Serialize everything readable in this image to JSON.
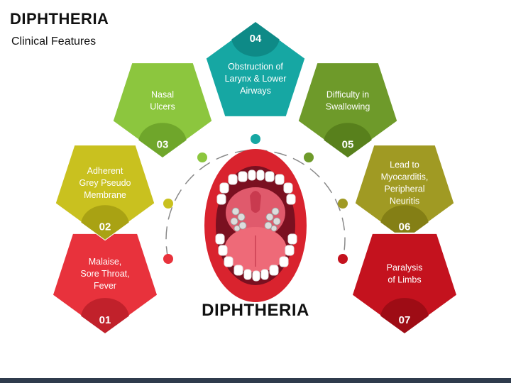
{
  "title": "DIPHTHERIA",
  "subtitle": "Clinical Features",
  "center_label": "DIPHTHERIA",
  "features": [
    {
      "number": "01",
      "lines": [
        "Malaise,",
        "Sore Throat,",
        "Fever"
      ],
      "color": "#e8323c",
      "dark": "#c1212b"
    },
    {
      "number": "02",
      "lines": [
        "Adherent",
        "Grey Pseudo",
        "Membrane"
      ],
      "color": "#c9c11f",
      "dark": "#a9a213"
    },
    {
      "number": "03",
      "lines": [
        "Nasal",
        "Ulcers"
      ],
      "color": "#8cc63e",
      "dark": "#6fa62b"
    },
    {
      "number": "04",
      "lines": [
        "Obstruction of",
        "Larynx & Lower",
        "Airways"
      ],
      "color": "#16a7a3",
      "dark": "#0e8a87"
    },
    {
      "number": "05",
      "lines": [
        "Difficulty in",
        "Swallowing"
      ],
      "color": "#6e9a2a",
      "dark": "#58801c"
    },
    {
      "number": "06",
      "lines": [
        "Lead to",
        "Myocarditis,",
        "Peripheral",
        "Neuritis"
      ],
      "color": "#a09a23",
      "dark": "#847f15"
    },
    {
      "number": "07",
      "lines": [
        "Paralysis",
        "of Limbs"
      ],
      "color": "#c4121e",
      "dark": "#9e0c15"
    }
  ],
  "colors": {
    "text": "#ffffff",
    "mouth_red": "#d9232e",
    "mouth_inner": "#e05a6c",
    "tongue": "#ee6a78"
  }
}
